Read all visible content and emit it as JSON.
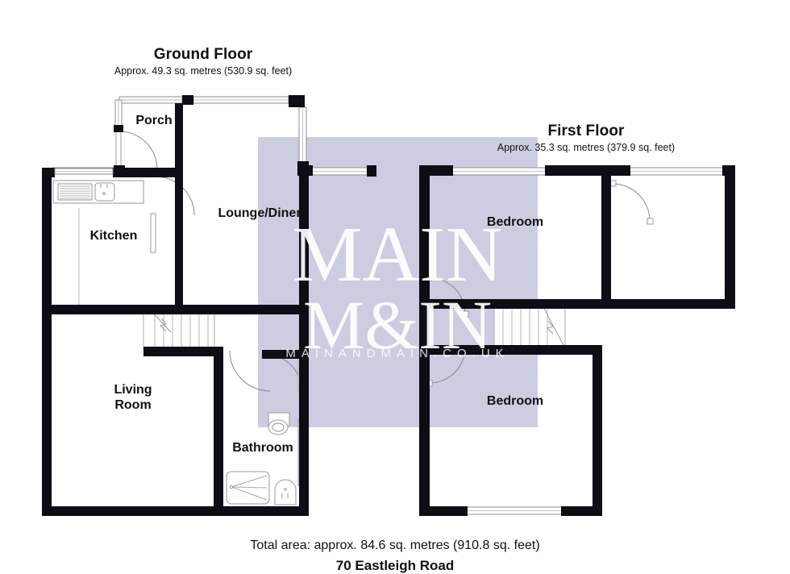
{
  "document": {
    "type": "floor-plan",
    "address": "70 Eastleigh Road",
    "total_area": "Total area: approx. 84.6 sq. metres (910.8 sq. feet)"
  },
  "floors": [
    {
      "id": "ground",
      "title": "Ground Floor",
      "area": "Approx. 49.3 sq. metres (530.9 sq. feet)",
      "rooms": [
        "Porch",
        "Kitchen",
        "Lounge/Diner",
        "Living Room",
        "Bathroom"
      ]
    },
    {
      "id": "first",
      "title": "First Floor",
      "area": "Approx. 35.3 sq. metres (379.9 sq. feet)",
      "rooms": [
        "Bedroom",
        "Bedroom"
      ]
    }
  ],
  "labels": {
    "ground_title": "Ground Floor",
    "ground_area": "Approx. 49.3 sq. metres (530.9 sq. feet)",
    "first_title": "First Floor",
    "first_area": "Approx. 35.3 sq. metres (379.9 sq. feet)",
    "porch": "Porch",
    "kitchen": "Kitchen",
    "lounge_diner": "Lounge/Diner",
    "living_room_line1": "Living",
    "living_room_line2": "Room",
    "bathroom": "Bathroom",
    "bedroom_1": "Bedroom",
    "bedroom_2": "Bedroom",
    "total_area": "Total area: approx. 84.6 sq. metres (910.8 sq. feet)",
    "address": "70 Eastleigh Road"
  },
  "watermark": {
    "line1": "MAIN",
    "line2": "M&IN",
    "line3": "MAINANDMAIN.CO.UK"
  },
  "colors": {
    "wall": "#0d0d16",
    "background": "#ffffff",
    "text": "#111111",
    "watermark_panel": "#c9cadf",
    "watermark_text": "#ffffff",
    "fixture_line": "#9a9a9a"
  }
}
